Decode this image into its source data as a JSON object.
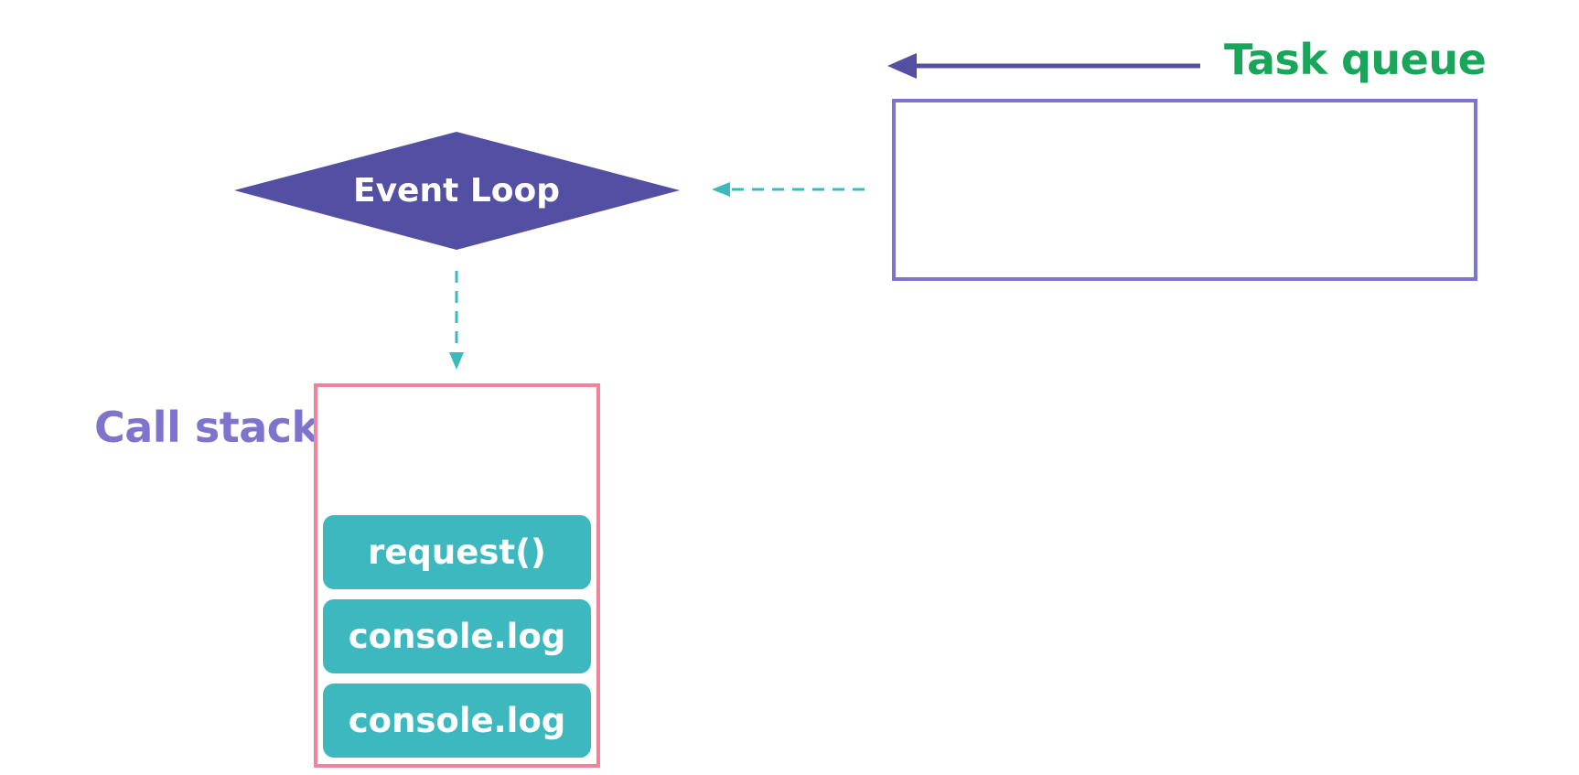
{
  "task_queue": {
    "title": "Task queue"
  },
  "event_loop": {
    "label": "Event Loop"
  },
  "call_stack": {
    "title": "Call stack",
    "frames": [
      {
        "label": "request()"
      },
      {
        "label": "console.log"
      },
      {
        "label": "console.log"
      }
    ]
  },
  "colors": {
    "purple_dark": "#5350a3",
    "purple_light": "#7f74cc",
    "green": "#1aa65a",
    "teal": "#3db8bf",
    "pink": "#f0839c"
  }
}
